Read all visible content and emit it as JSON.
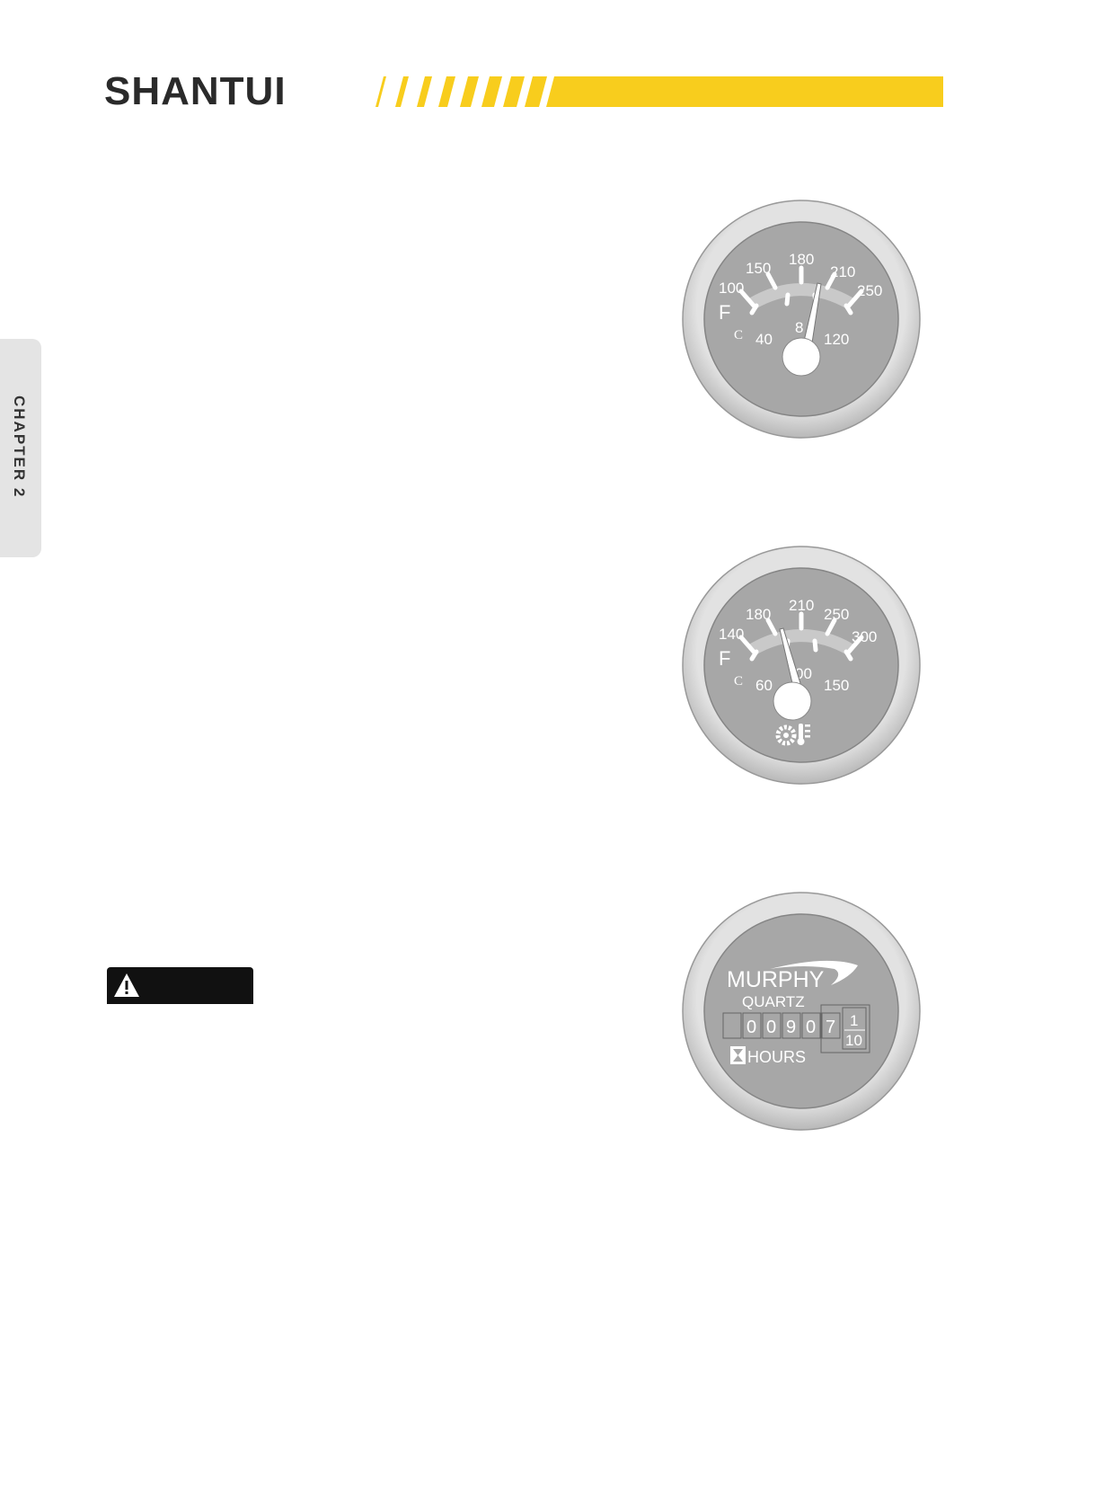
{
  "header": {
    "logo_text": "SHANTUI",
    "brand_yellow": "#f8cd1d"
  },
  "side_tab": {
    "label": "CHAPTER 2"
  },
  "coolant_gauge": {
    "f_unit": "F",
    "c_unit": "C",
    "f_scale": [
      "100",
      "150",
      "180",
      "210",
      "250"
    ],
    "c_scale": [
      "40",
      "8",
      "120"
    ]
  },
  "transmission_gauge": {
    "f_unit": "F",
    "c_unit": "C",
    "f_scale": [
      "140",
      "180",
      "210",
      "250",
      "300"
    ],
    "c_scale": [
      "60",
      "00",
      "150"
    ],
    "icon": "transmission-temperature-icon"
  },
  "hour_meter": {
    "brand": "MURPHY",
    "sub_brand": "QUARTZ",
    "digits": [
      "0",
      "0",
      "9",
      "0",
      "7"
    ],
    "tenths_top": "1",
    "tenths_bottom": "10",
    "unit": "HOURS",
    "icon": "hourglass-icon"
  },
  "warning_badge": {
    "icon": "warning-triangle-icon"
  }
}
